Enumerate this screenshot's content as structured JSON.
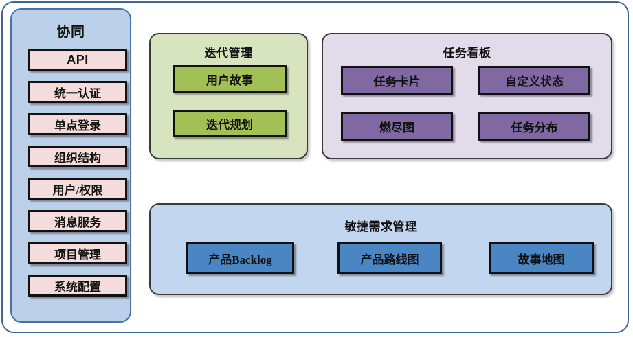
{
  "diagram": {
    "sidebar": {
      "title": "协同",
      "color": "#bdd0e9",
      "item_color": "#f4dcdc",
      "items": [
        {
          "label": "API"
        },
        {
          "label": "统一认证"
        },
        {
          "label": "单点登录"
        },
        {
          "label": "组织结构"
        },
        {
          "label": "用户/权限"
        },
        {
          "label": "消息服务"
        },
        {
          "label": "项目管理"
        },
        {
          "label": "系统配置"
        }
      ]
    },
    "iteration": {
      "title": "迭代管理",
      "color": "#d8e4c0",
      "item_color": "#a3c057",
      "items": [
        {
          "label": "用户故事"
        },
        {
          "label": "迭代规划"
        }
      ]
    },
    "taskboard": {
      "title": "任务看板",
      "color": "#e2dbe9",
      "item_color": "#8069a2",
      "items": [
        {
          "label": "任务卡片"
        },
        {
          "label": "自定义状态"
        },
        {
          "label": "燃尽图"
        },
        {
          "label": "任务分布"
        }
      ]
    },
    "agile": {
      "title": "敏捷需求管理",
      "color": "#c3d6ef",
      "item_color": "#4a85c4",
      "items": [
        {
          "label": "产品Backlog"
        },
        {
          "label": "产品路线图"
        },
        {
          "label": "故事地图"
        }
      ]
    },
    "frame_border_color": "#3f6795"
  }
}
